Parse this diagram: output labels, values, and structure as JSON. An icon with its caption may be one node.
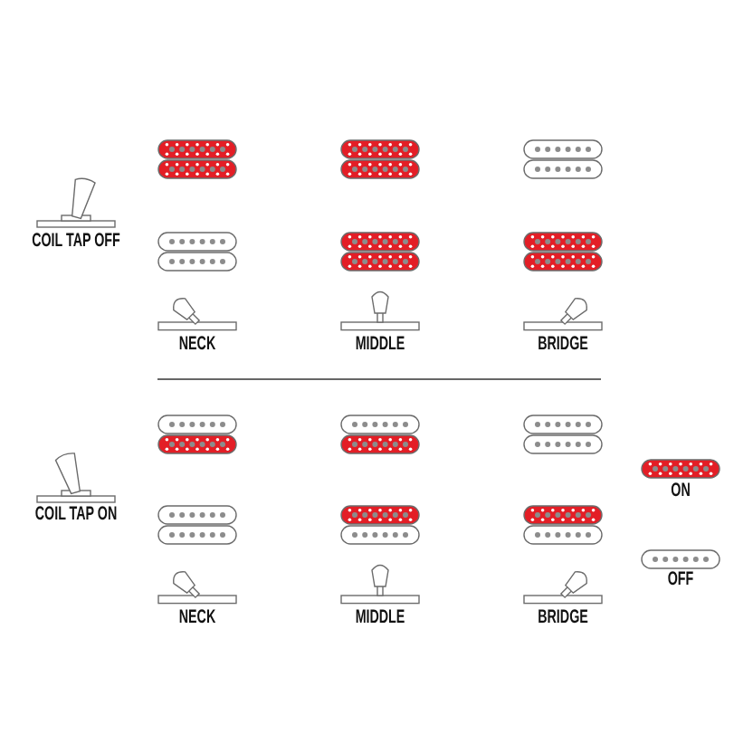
{
  "diagram": {
    "labels": [
      "COIL TAP OFF",
      "NECK",
      "MIDDLE",
      "BRIDGE",
      "COIL TAP ON",
      "NECK",
      "MIDDLE",
      "BRIDGE"
    ],
    "legend": [
      {
        "text": "ON"
      },
      {
        "text": "OFF"
      }
    ]
  }
}
